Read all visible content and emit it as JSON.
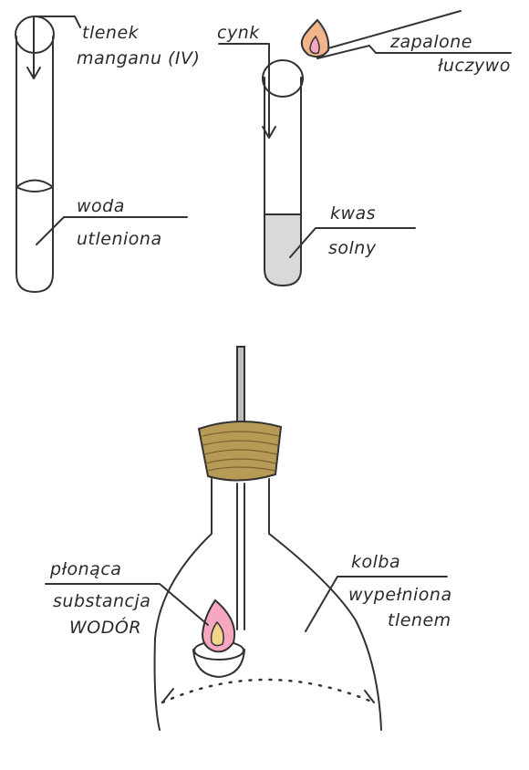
{
  "labels": {
    "tlenek_1": "tlenek",
    "tlenek_2": "manganu (IV)",
    "woda_1": "woda",
    "woda_2": "utleniona",
    "cynk": "cynk",
    "zapalone_1": "zapalone",
    "zapalone_2": "łuczywo",
    "kwas_1": "kwas",
    "kwas_2": "solny",
    "plonaca": "płonąca",
    "substancja_1": "substancja",
    "substancja_2": "WODÓR",
    "kolba_1": "kolba",
    "kolba_2": "wypełniona",
    "kolba_3": "tlenem"
  },
  "colors": {
    "ink": "#333333",
    "acid": "#d9d9d9",
    "cork": "#b89a57",
    "flame_outer": "#f2b48a",
    "flame_inner": "#f7a8c0"
  }
}
